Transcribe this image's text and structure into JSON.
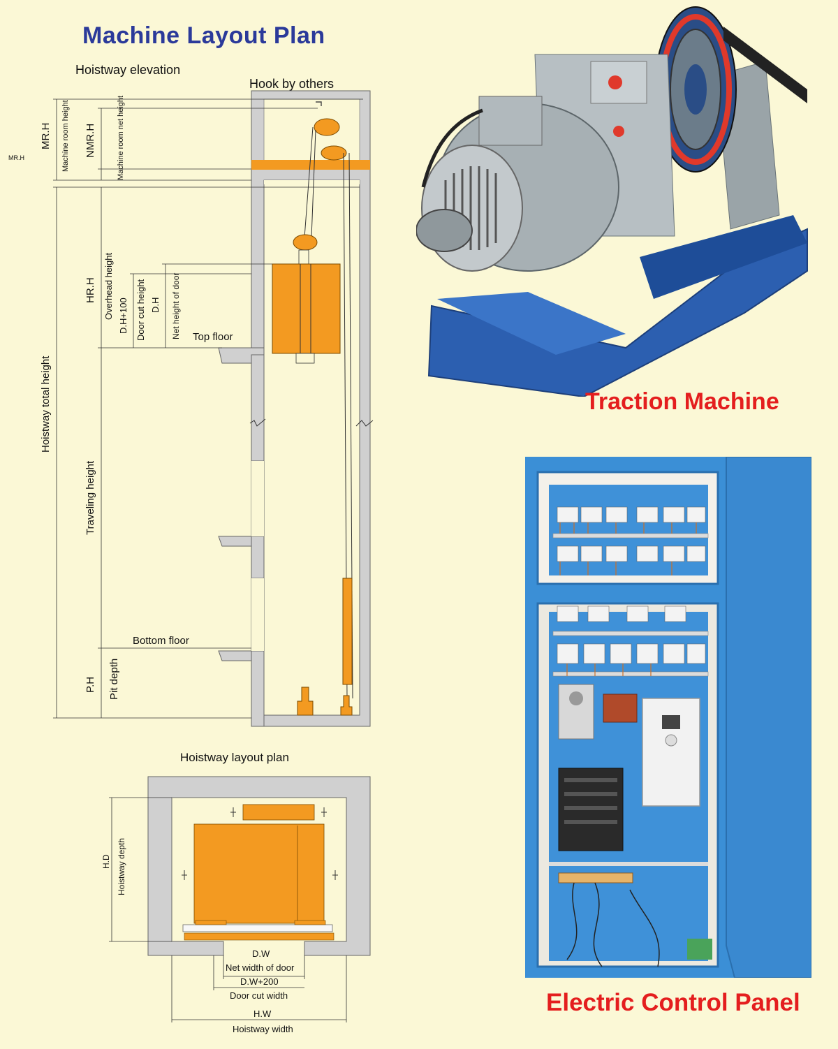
{
  "title": "Machine Layout Plan",
  "elevation": {
    "caption": "Hoistway elevation",
    "hook": "Hook by others",
    "mrh_outer": "MR.H",
    "mrh": "MR.H",
    "machine_room_height": "Machine room height",
    "nmrh": "NMR.H",
    "machine_room_net_height": "Machine room net height",
    "hoistway_total_height": "Hoistway total height",
    "hrh": "HR.H",
    "overhead_height": "Overhead height",
    "dh100": "D.H+100",
    "door_cut_height": "Door cut height",
    "dh": "D.H",
    "net_height_of_door": "Net height of door",
    "top_floor": "Top floor",
    "traveling_height": "Traveling height",
    "bottom_floor": "Bottom floor",
    "ph": "P.H",
    "pit_depth": "Pit depth"
  },
  "plan": {
    "caption": "Hoistway layout plan",
    "hd": "H.D",
    "hoistway_depth": "Hoistway depth",
    "dw": "D.W",
    "net_width_of_door": "Net width of door",
    "dw200": "D.W+200",
    "door_cut_width": "Door cut width",
    "hw": "H.W",
    "hoistway_width": "Hoistway width"
  },
  "photos": {
    "traction_machine": "Traction Machine",
    "electric_control_panel": "Electric Control Panel"
  },
  "colors": {
    "background": "#fbf8d6",
    "title_blue": "#2b3a9a",
    "label_red": "#e41e1e",
    "wall_gray": "#d0d0d0",
    "car_orange": "#f39a21",
    "panel_blue": "#3b8fd6"
  }
}
